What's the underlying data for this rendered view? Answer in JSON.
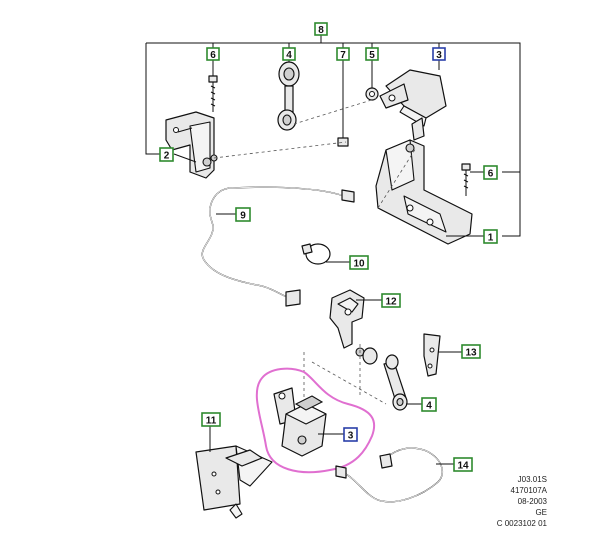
{
  "callouts": {
    "c8": "8",
    "c6_top": "6",
    "c4_top": "4",
    "c7": "7",
    "c5": "5",
    "c3_top": "3",
    "c2": "2",
    "c6_right": "6",
    "c1": "1",
    "c9": "9",
    "c10": "10",
    "c12": "12",
    "c13": "13",
    "c4_bottom": "4",
    "c11": "11",
    "c3_bottom": "3",
    "c14": "14"
  },
  "reference": {
    "line1": "J03.01S",
    "line2": "4170107A",
    "line3": "08-2003",
    "line4": "GE",
    "line5": "C 0023102 01"
  },
  "colors": {
    "callout_green": "#2f8a2f",
    "callout_blue": "#2a3fa8",
    "highlight_pink": "#e06fd0"
  }
}
